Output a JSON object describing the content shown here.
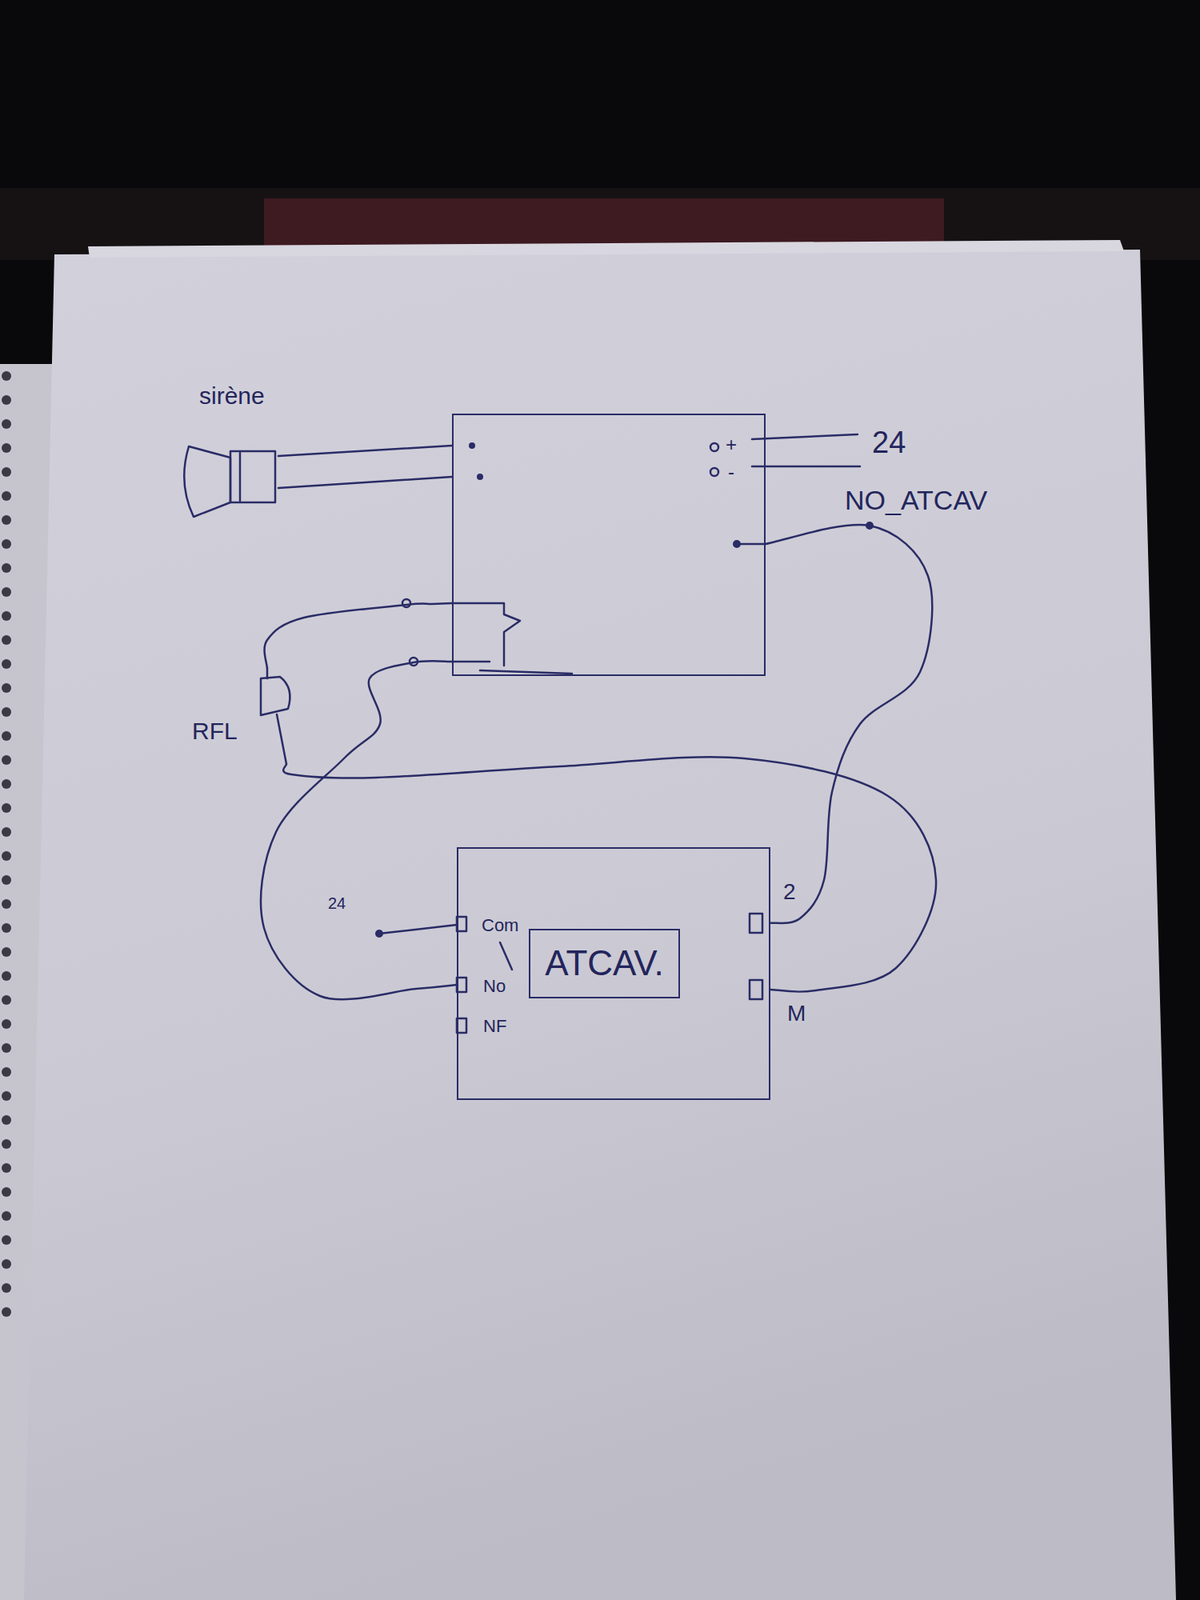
{
  "diagram": {
    "nodes": [
      {
        "text": [
          "sirène"
        ]
      },
      {
        "text": [
          "+",
          "-"
        ]
      },
      {
        "text": [
          "RFL"
        ]
      },
      {
        "text": [
          "Com",
          "No",
          "NF",
          "2",
          "M"
        ]
      },
      {
        "text": [
          "ATCAV."
        ],
        "in": 3
      }
    ],
    "edges": [
      {
        "from": 0,
        "to": 1,
        "arrow": "none"
      },
      {
        "from": 2,
        "to": 1,
        "arrow": "none"
      },
      {
        "from": 2,
        "to": 3,
        "arrow": "none"
      },
      {
        "from": 1,
        "to": 3,
        "arrow": "none"
      },
      {
        "from": 1,
        "to": 3,
        "arrow": "none"
      }
    ],
    "labels": [
      "24",
      "NO_ATCAV",
      "24"
    ]
  }
}
